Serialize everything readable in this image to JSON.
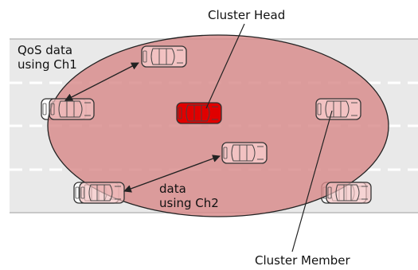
{
  "labels": {
    "cluster_head": "Cluster Head",
    "cluster_member": "Cluster Member",
    "qos_note": "QoS data\nusing Ch1",
    "data_note": "data\nusing Ch2"
  },
  "colors": {
    "road": "#e9e9e9",
    "road_edge": "#c8c8c8",
    "lane_dash": "#ffffff",
    "cluster_area": "#d88a8a",
    "cluster_edge": "#222222",
    "head_car": "#e00000",
    "member_car": "#f2c2c2",
    "outside_car": "#ffffff"
  }
}
